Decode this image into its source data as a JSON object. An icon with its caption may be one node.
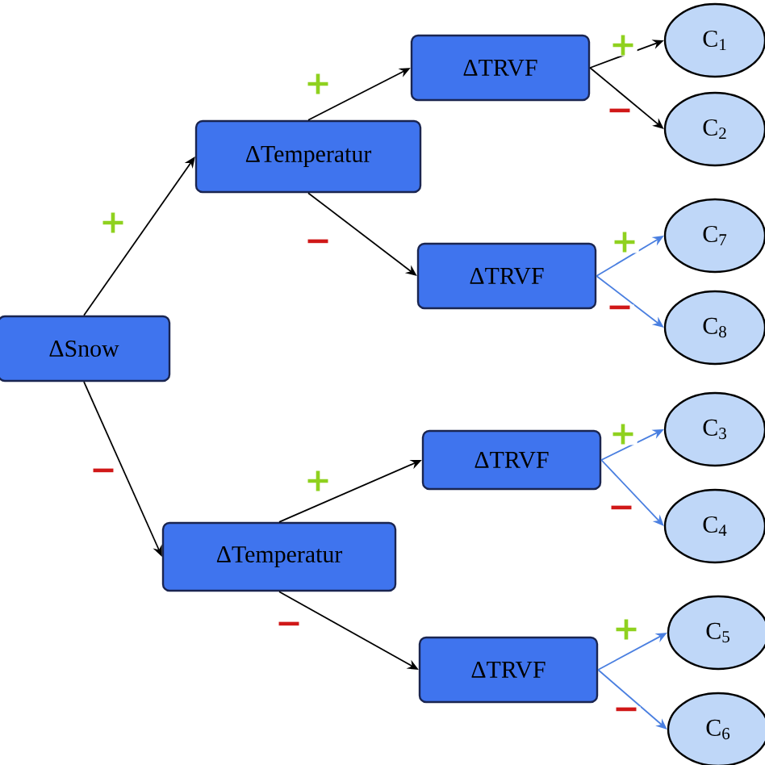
{
  "diagram": {
    "nodes": [
      {
        "text": [
          "ΔSnow"
        ]
      },
      {
        "text": [
          "ΔTemperatur"
        ]
      },
      {
        "text": [
          "ΔTRVF"
        ]
      },
      {
        "text": [
          "ΔTRVF"
        ]
      },
      {
        "text": [
          "ΔTemperatur"
        ]
      },
      {
        "text": [
          "ΔTRVF"
        ]
      },
      {
        "text": [
          "ΔTRVF"
        ]
      },
      {
        "text": [
          "C$_{1}$"
        ]
      },
      {
        "text": [
          "C$_{2}$"
        ]
      },
      {
        "text": [
          "C$_{7}$"
        ]
      },
      {
        "text": [
          "C$_{8}$"
        ]
      },
      {
        "text": [
          "C$_{3}$"
        ]
      },
      {
        "text": [
          "C$_{4}$"
        ]
      },
      {
        "text": [
          "C$_{5}$"
        ]
      },
      {
        "text": [
          "C$_{6}$"
        ]
      }
    ],
    "edges": [
      {
        "from": 0,
        "to": 1,
        "arrow": "to",
        "label": "+"
      },
      {
        "from": 0,
        "to": 4,
        "arrow": "to",
        "label": "−"
      },
      {
        "from": 1,
        "to": 2,
        "arrow": "to",
        "label": "+"
      },
      {
        "from": 1,
        "to": 3,
        "arrow": "to",
        "label": "−"
      },
      {
        "from": 4,
        "to": 5,
        "arrow": "to",
        "label": "+"
      },
      {
        "from": 4,
        "to": 6,
        "arrow": "to",
        "label": "−"
      },
      {
        "from": 2,
        "to": 7,
        "arrow": "to",
        "label": "+"
      },
      {
        "from": 2,
        "to": 8,
        "arrow": "to",
        "label": "−"
      },
      {
        "from": 3,
        "to": 9,
        "arrow": "to",
        "label": "+",
        "color": "#4a7fe0"
      },
      {
        "from": 3,
        "to": 10,
        "arrow": "to",
        "label": "−",
        "color": "#4a7fe0"
      },
      {
        "from": 5,
        "to": 11,
        "arrow": "to",
        "label": "+",
        "color": "#4a7fe0"
      },
      {
        "from": 5,
        "to": 12,
        "arrow": "to",
        "label": "−",
        "color": "#4a7fe0"
      },
      {
        "from": 6,
        "to": 13,
        "arrow": "to",
        "label": "+",
        "color": "#4a7fe0"
      },
      {
        "from": 6,
        "to": 14,
        "arrow": "to",
        "label": "−",
        "color": "#4a7fe0"
      }
    ]
  }
}
